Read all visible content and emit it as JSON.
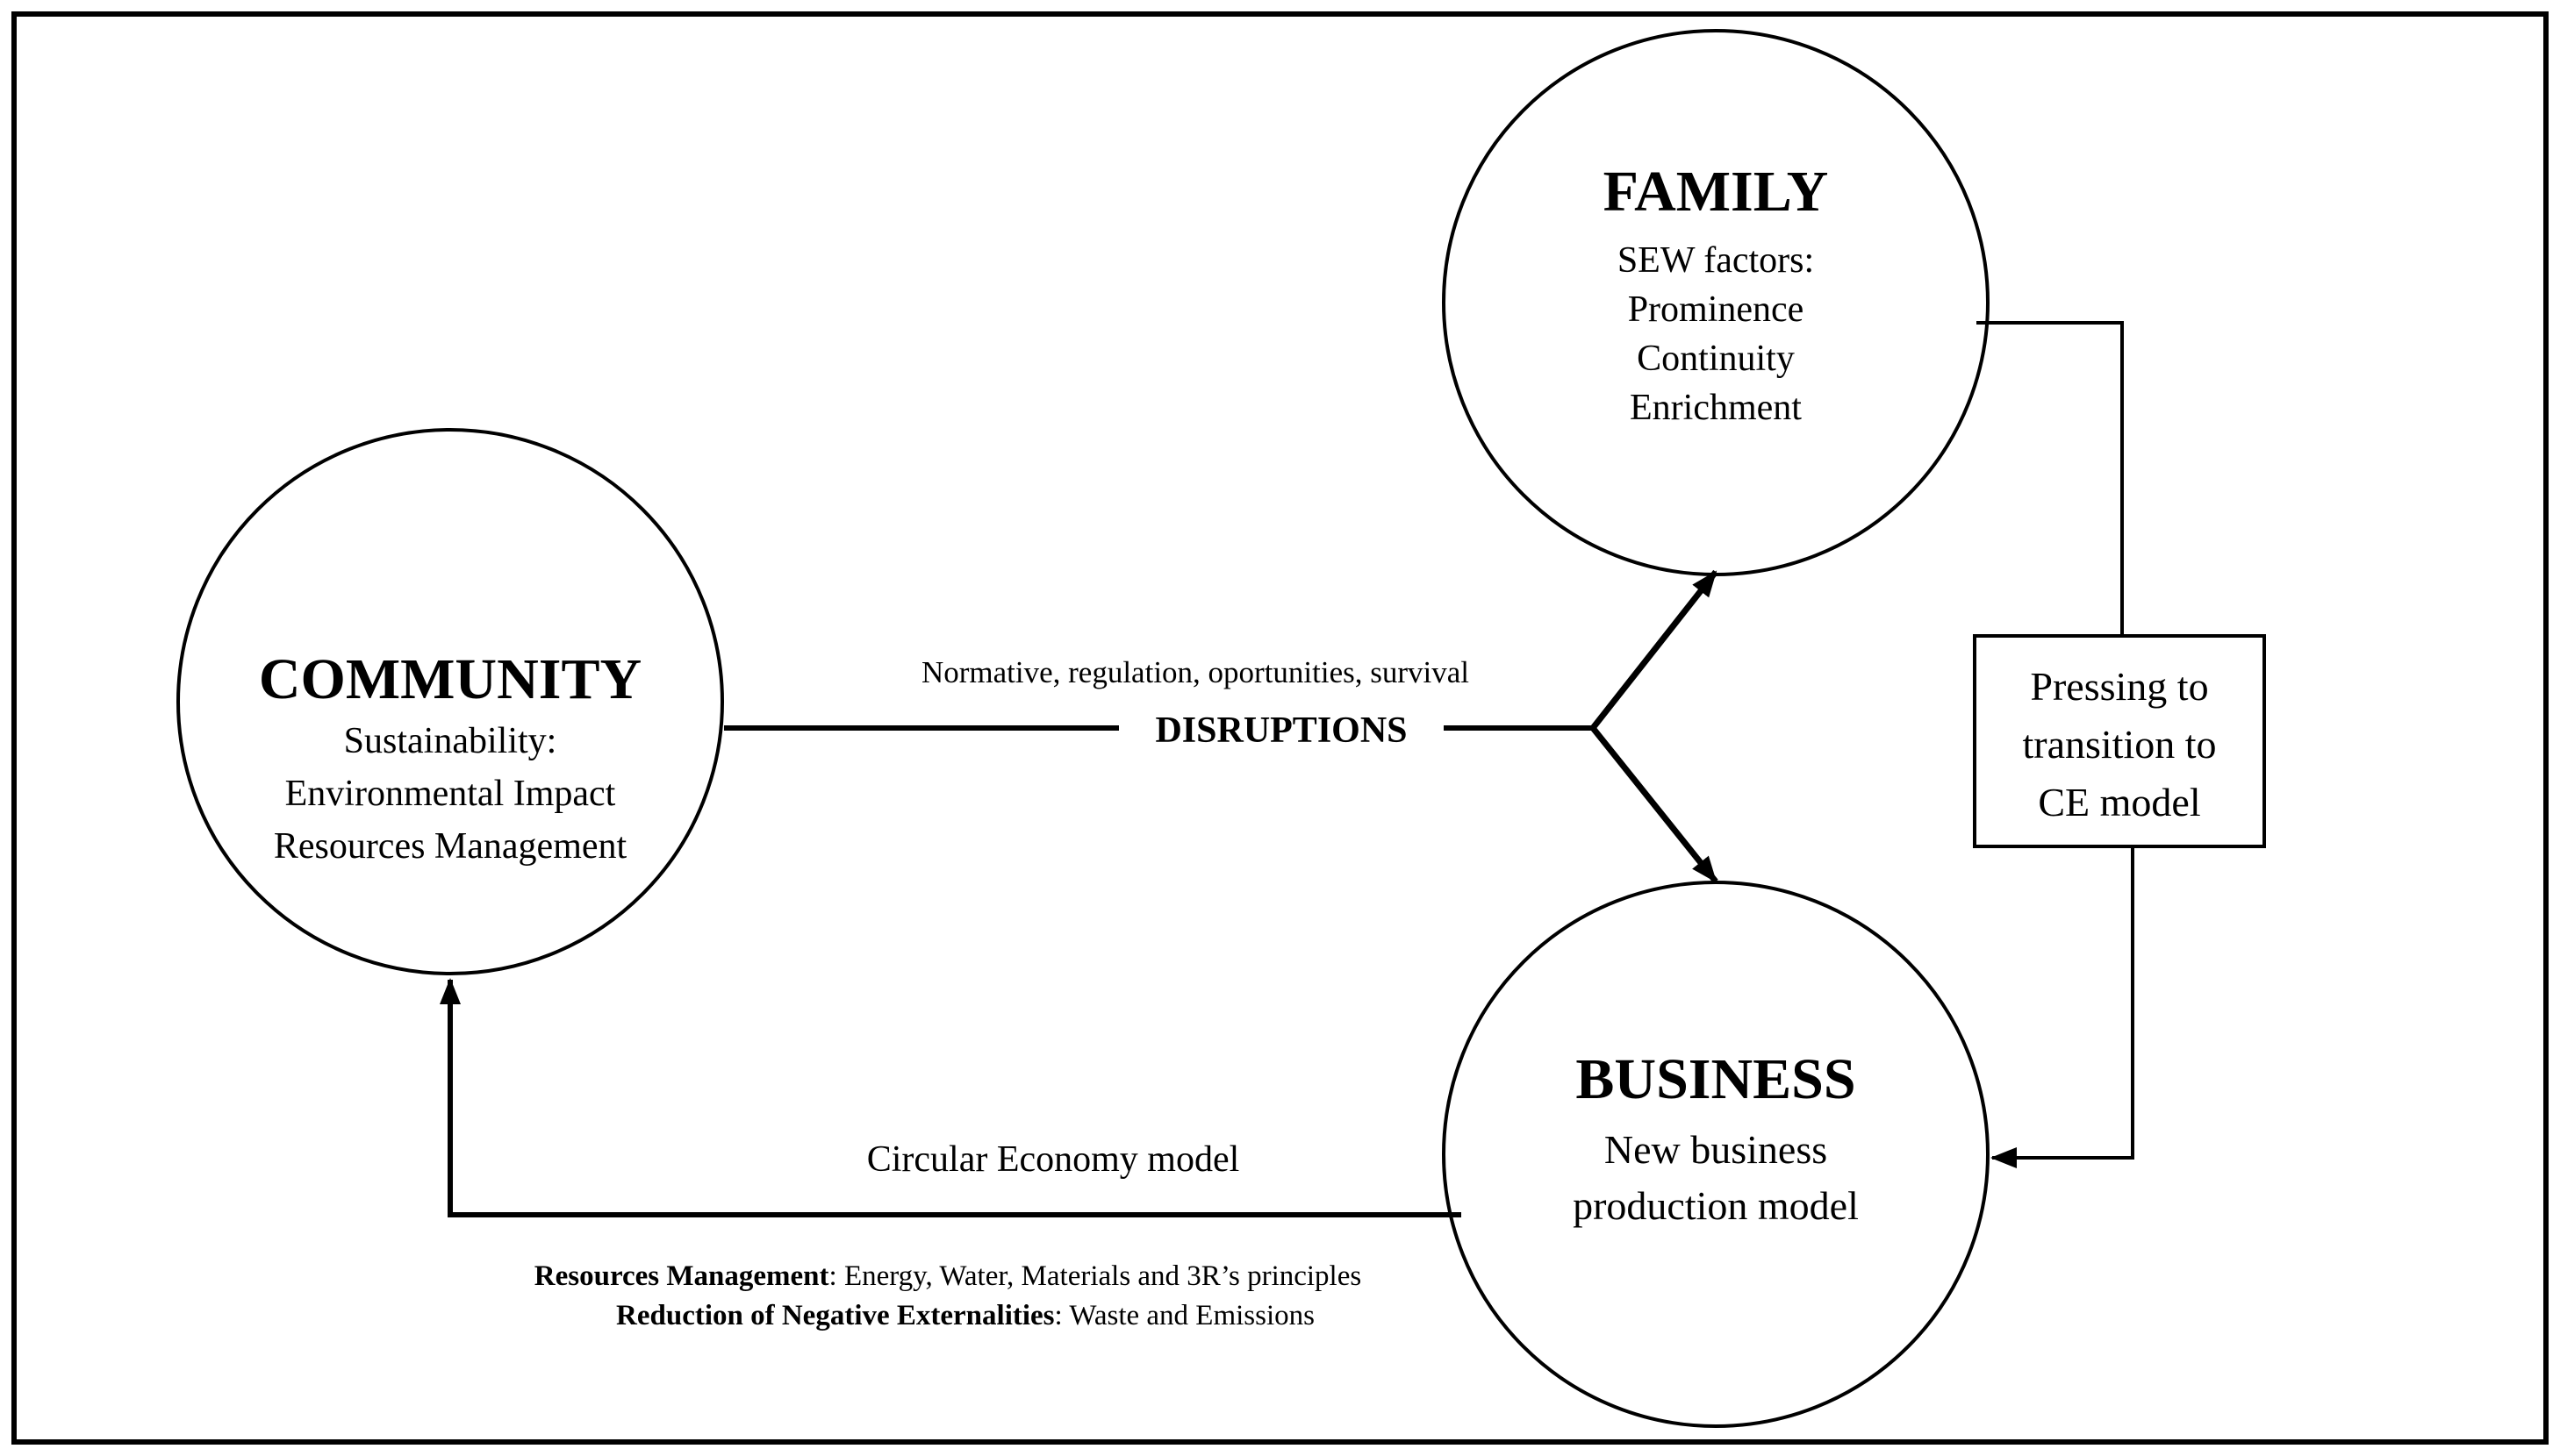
{
  "colors": {
    "line": "#000000",
    "background": "#ffffff"
  },
  "nodes": {
    "family": {
      "title": "FAMILY",
      "subtitle": "SEW factors:",
      "items": [
        "Prominence",
        "Continuity",
        "Enrichment"
      ]
    },
    "community": {
      "title": "COMMUNITY",
      "subtitle": "Sustainability:",
      "items": [
        "Environmental Impact",
        "Resources Management"
      ]
    },
    "business": {
      "title": "BUSINESS",
      "lines": [
        "New business",
        "production model"
      ]
    }
  },
  "pressing_box": {
    "lines": [
      "Pressing to",
      "transition to",
      "CE model"
    ]
  },
  "disruptions": {
    "caption": "Normative, regulation, oportunities, survival",
    "label": "DISRUPTIONS"
  },
  "circular": {
    "label": "Circular Economy model",
    "notes": [
      {
        "bold": "Resources Management",
        "rest": ": Energy, Water, Materials and 3R’s principles"
      },
      {
        "bold": "Reduction of Negative Externalities",
        "rest": ": Waste and Emissions"
      }
    ]
  }
}
